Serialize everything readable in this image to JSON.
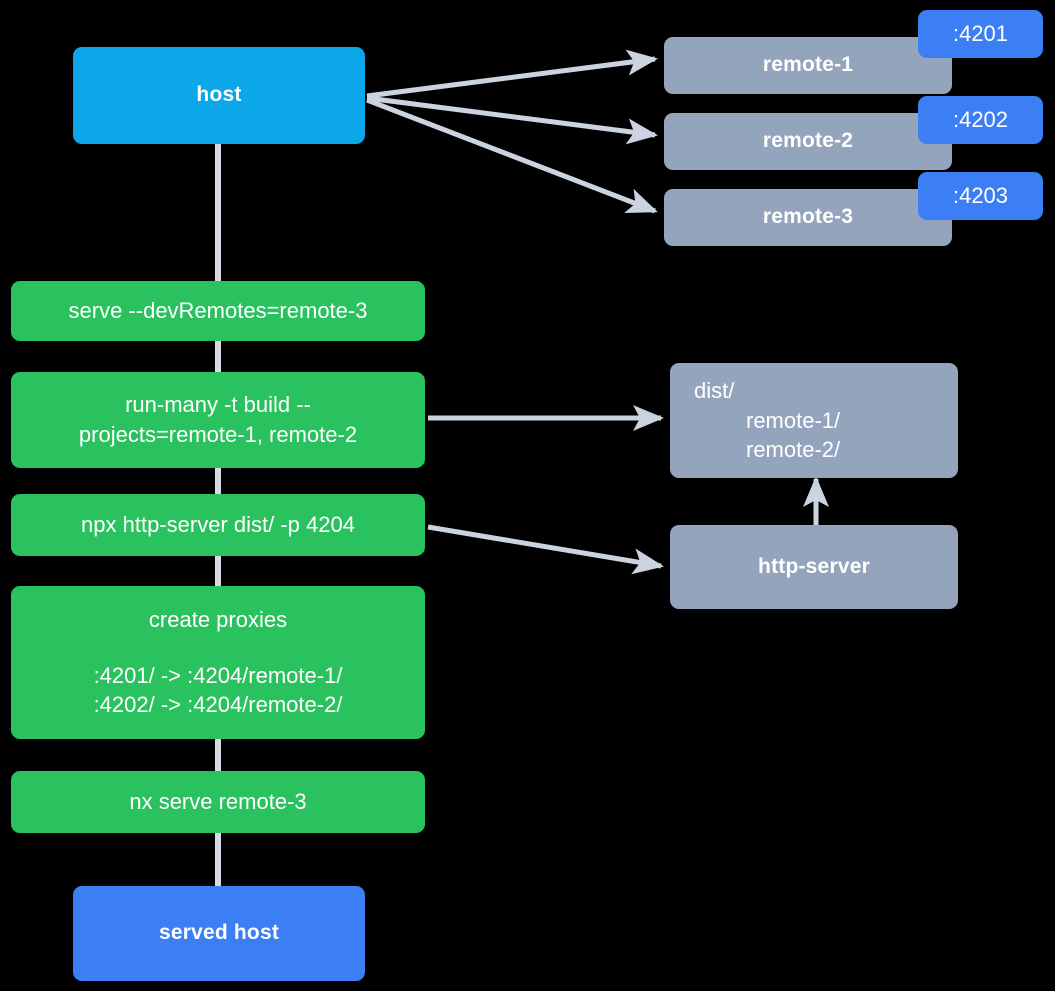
{
  "diagram": {
    "title": "Nx module federation dev remotes flow",
    "background": "#000000",
    "colors": {
      "host": "#0ca7e8",
      "served_host": "#3c7ff5",
      "command": "#29c25e",
      "remote": "#95a4bd",
      "badge": "#3c7ff5",
      "edge": "#ccd3e0",
      "connector": "#d6dae4",
      "text": "#ffffff"
    }
  },
  "nodes": {
    "host": {
      "label": "host"
    },
    "served_host": {
      "label": "served host"
    },
    "remotes": [
      {
        "label": "remote-1",
        "port": ":4201"
      },
      {
        "label": "remote-2",
        "port": ":4202"
      },
      {
        "label": "remote-3",
        "port": ":4203"
      }
    ],
    "commands": [
      {
        "label": "serve --devRemotes=remote-3"
      },
      {
        "line1": "run-many -t build --",
        "line2": "projects=remote-1, remote-2"
      },
      {
        "label": "npx http-server dist/ -p 4204"
      },
      {
        "title": "create proxies",
        "line1": ":4201/ -> :4204/remote-1/",
        "line2": ":4202/ -> :4204/remote-2/"
      },
      {
        "label": "nx serve remote-3"
      }
    ],
    "dist": {
      "line1": "dist/",
      "line2": "remote-1/",
      "line3": "remote-2/"
    },
    "http_server": {
      "label": "http-server"
    }
  }
}
